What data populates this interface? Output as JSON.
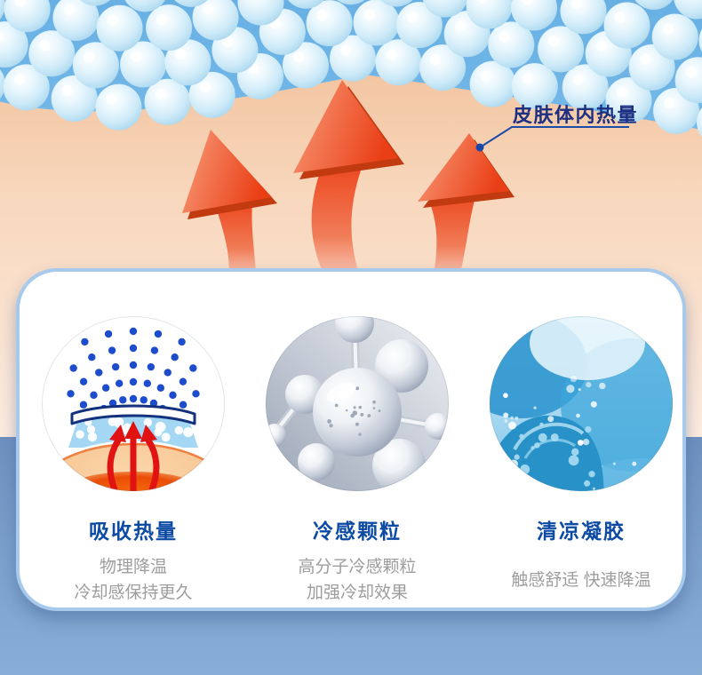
{
  "callout": {
    "label": "皮肤体内热量"
  },
  "features": [
    {
      "title": "吸收热量",
      "lines": [
        "物理降温",
        "冷却感保持更久"
      ],
      "icon": "heat-absorb-illustration"
    },
    {
      "title": "冷感颗粒",
      "lines": [
        "高分子冷感颗粒",
        "加强冷却效果"
      ],
      "icon": "cooling-particles-molecule-image"
    },
    {
      "title": "清凉凝胶",
      "lines": [
        "触感舒适 快速降温"
      ],
      "icon": "cooling-gel-water-image"
    }
  ],
  "colors": {
    "title_blue": "#0c4aa4",
    "callout_navy": "#1c2f80",
    "heat_red": "#ec4820",
    "card_border": "#a6c9ec",
    "sky_blue": "#6fb5e6",
    "skin_peach": "#f7d6bc",
    "bottom_blue": "#7b9fca"
  }
}
